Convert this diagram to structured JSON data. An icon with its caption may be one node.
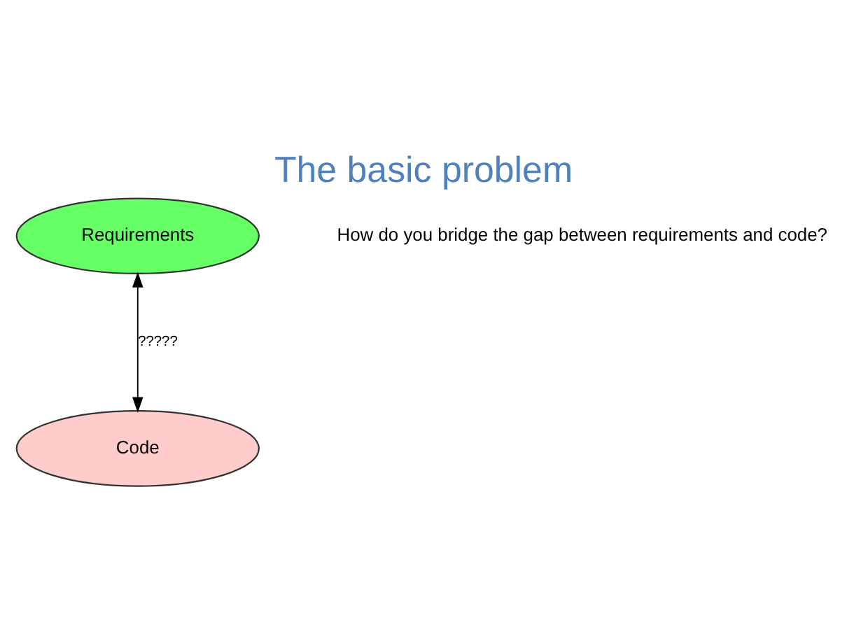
{
  "diagram": {
    "title": "The basic problem",
    "nodes": [
      {
        "text": [
          "Requirements"
        ]
      },
      {
        "text": [
          "Code"
        ]
      }
    ],
    "edges": [
      {
        "from": 0,
        "to": 1,
        "arrow": "both",
        "label": "?????"
      }
    ],
    "labels": [
      "How do you bridge the gap between requirements and code?"
    ]
  }
}
